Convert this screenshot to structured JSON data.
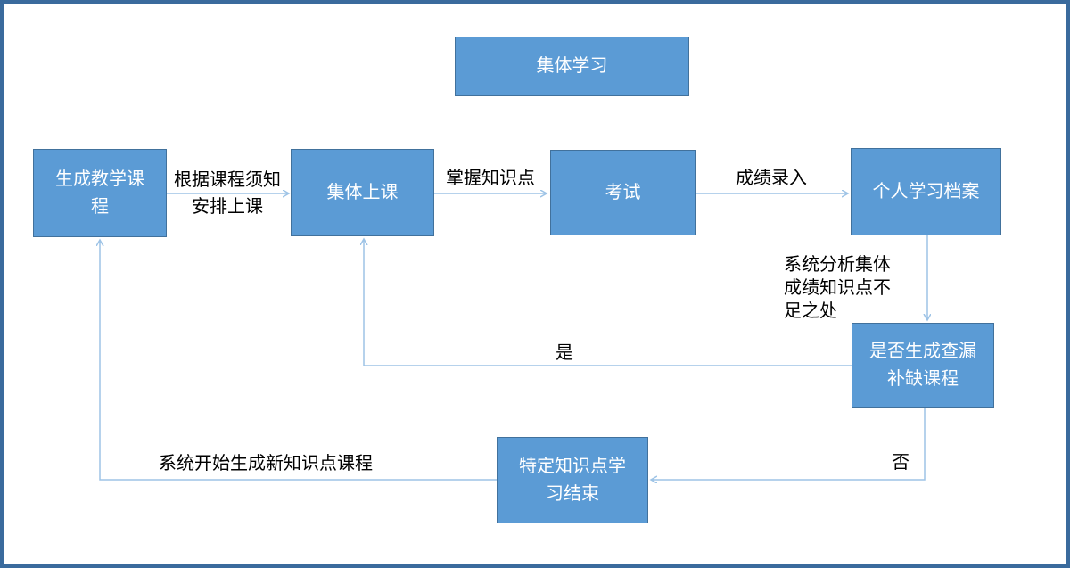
{
  "diagram": {
    "nodes": [
      {
        "id": "collective-learning",
        "label": "集体学习"
      },
      {
        "id": "generate-courses",
        "label": "生成教学课程"
      },
      {
        "id": "collective-class",
        "label": "集体上课"
      },
      {
        "id": "exam",
        "label": "考试"
      },
      {
        "id": "personal-file",
        "label": "个人学习档案"
      },
      {
        "id": "gap-decision",
        "label": "是否生成查漏补缺课程"
      },
      {
        "id": "specific-end",
        "label": "特定知识点学习结束"
      }
    ],
    "edge_labels": {
      "arrange_class": "根据课程须知\n安排上课",
      "master_points": "掌握知识点",
      "score_entry": "成绩录入",
      "system_analysis": "系统分析集体\n成绩知识点不\n足之处",
      "yes": "是",
      "no": "否",
      "new_course": "系统开始生成新知识点课程"
    },
    "edges": [
      {
        "from": "generate-courses",
        "to": "collective-class",
        "label_key": "arrange_class"
      },
      {
        "from": "collective-class",
        "to": "exam",
        "label_key": "master_points"
      },
      {
        "from": "exam",
        "to": "personal-file",
        "label_key": "score_entry"
      },
      {
        "from": "personal-file",
        "to": "gap-decision",
        "label_key": "system_analysis"
      },
      {
        "from": "gap-decision",
        "to": "collective-class",
        "label_key": "yes"
      },
      {
        "from": "gap-decision",
        "to": "specific-end",
        "label_key": "no"
      },
      {
        "from": "specific-end",
        "to": "generate-courses",
        "label_key": "new_course"
      }
    ],
    "colors": {
      "node_fill": "#5b9bd5",
      "node_border": "#41719c",
      "connector": "#9dc3e6",
      "label_text": "#000000",
      "page_border": "#3a6b9d"
    }
  }
}
